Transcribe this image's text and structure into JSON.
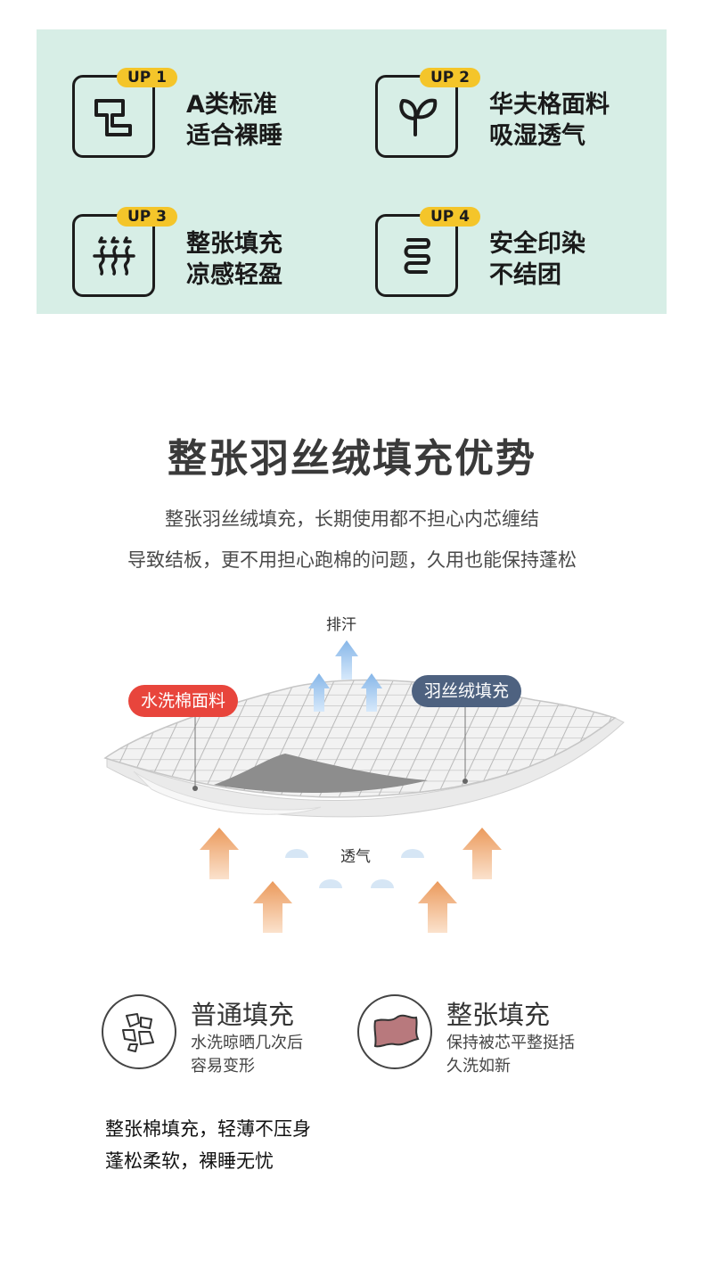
{
  "features": [
    {
      "badge": "UP 1",
      "line1": "A类标准",
      "line2": "适合裸睡",
      "icon": "fabric-swatch-icon"
    },
    {
      "badge": "UP 2",
      "line1": "华夫格面料",
      "line2": "吸湿透气",
      "icon": "leaf-icon"
    },
    {
      "badge": "UP 3",
      "line1": "整张填充",
      "line2": "凉感轻盈",
      "icon": "heat-waves-icon"
    },
    {
      "badge": "UP 4",
      "line1": "安全印染",
      "line2": "不结团",
      "icon": "spring-icon"
    }
  ],
  "section": {
    "title": "整张羽丝绒填充优势",
    "subtitle1": "整张羽丝绒填充，长期使用都不担心内芯缠结",
    "subtitle2": "导致结板，更不用担心跑棉的问题，久用也能保持蓬松"
  },
  "diagram": {
    "top_label": "排汗",
    "tag_left": "水洗棉面料",
    "tag_right": "羽丝绒填充",
    "middle_label": "透气"
  },
  "comparison": [
    {
      "title": "普通填充",
      "desc1": "水洗晾晒几次后",
      "desc2": "容易变形",
      "icon": "broken-filling-icon"
    },
    {
      "title": "整张填充",
      "desc1": "保持被芯平整挺括",
      "desc2": "久洗如新",
      "icon": "whole-filling-icon"
    }
  ],
  "footer": {
    "line1": "整张棉填充，轻薄不压身",
    "line2": "蓬松柔软，裸睡无忧"
  },
  "colors": {
    "panel": "#d7eee6",
    "badge": "#f4c52a",
    "tag_left": "#e8453c",
    "tag_right": "#4e6280",
    "arrow_up_blue": "#9ec3ea",
    "arrow_heat": "#eea56f"
  }
}
